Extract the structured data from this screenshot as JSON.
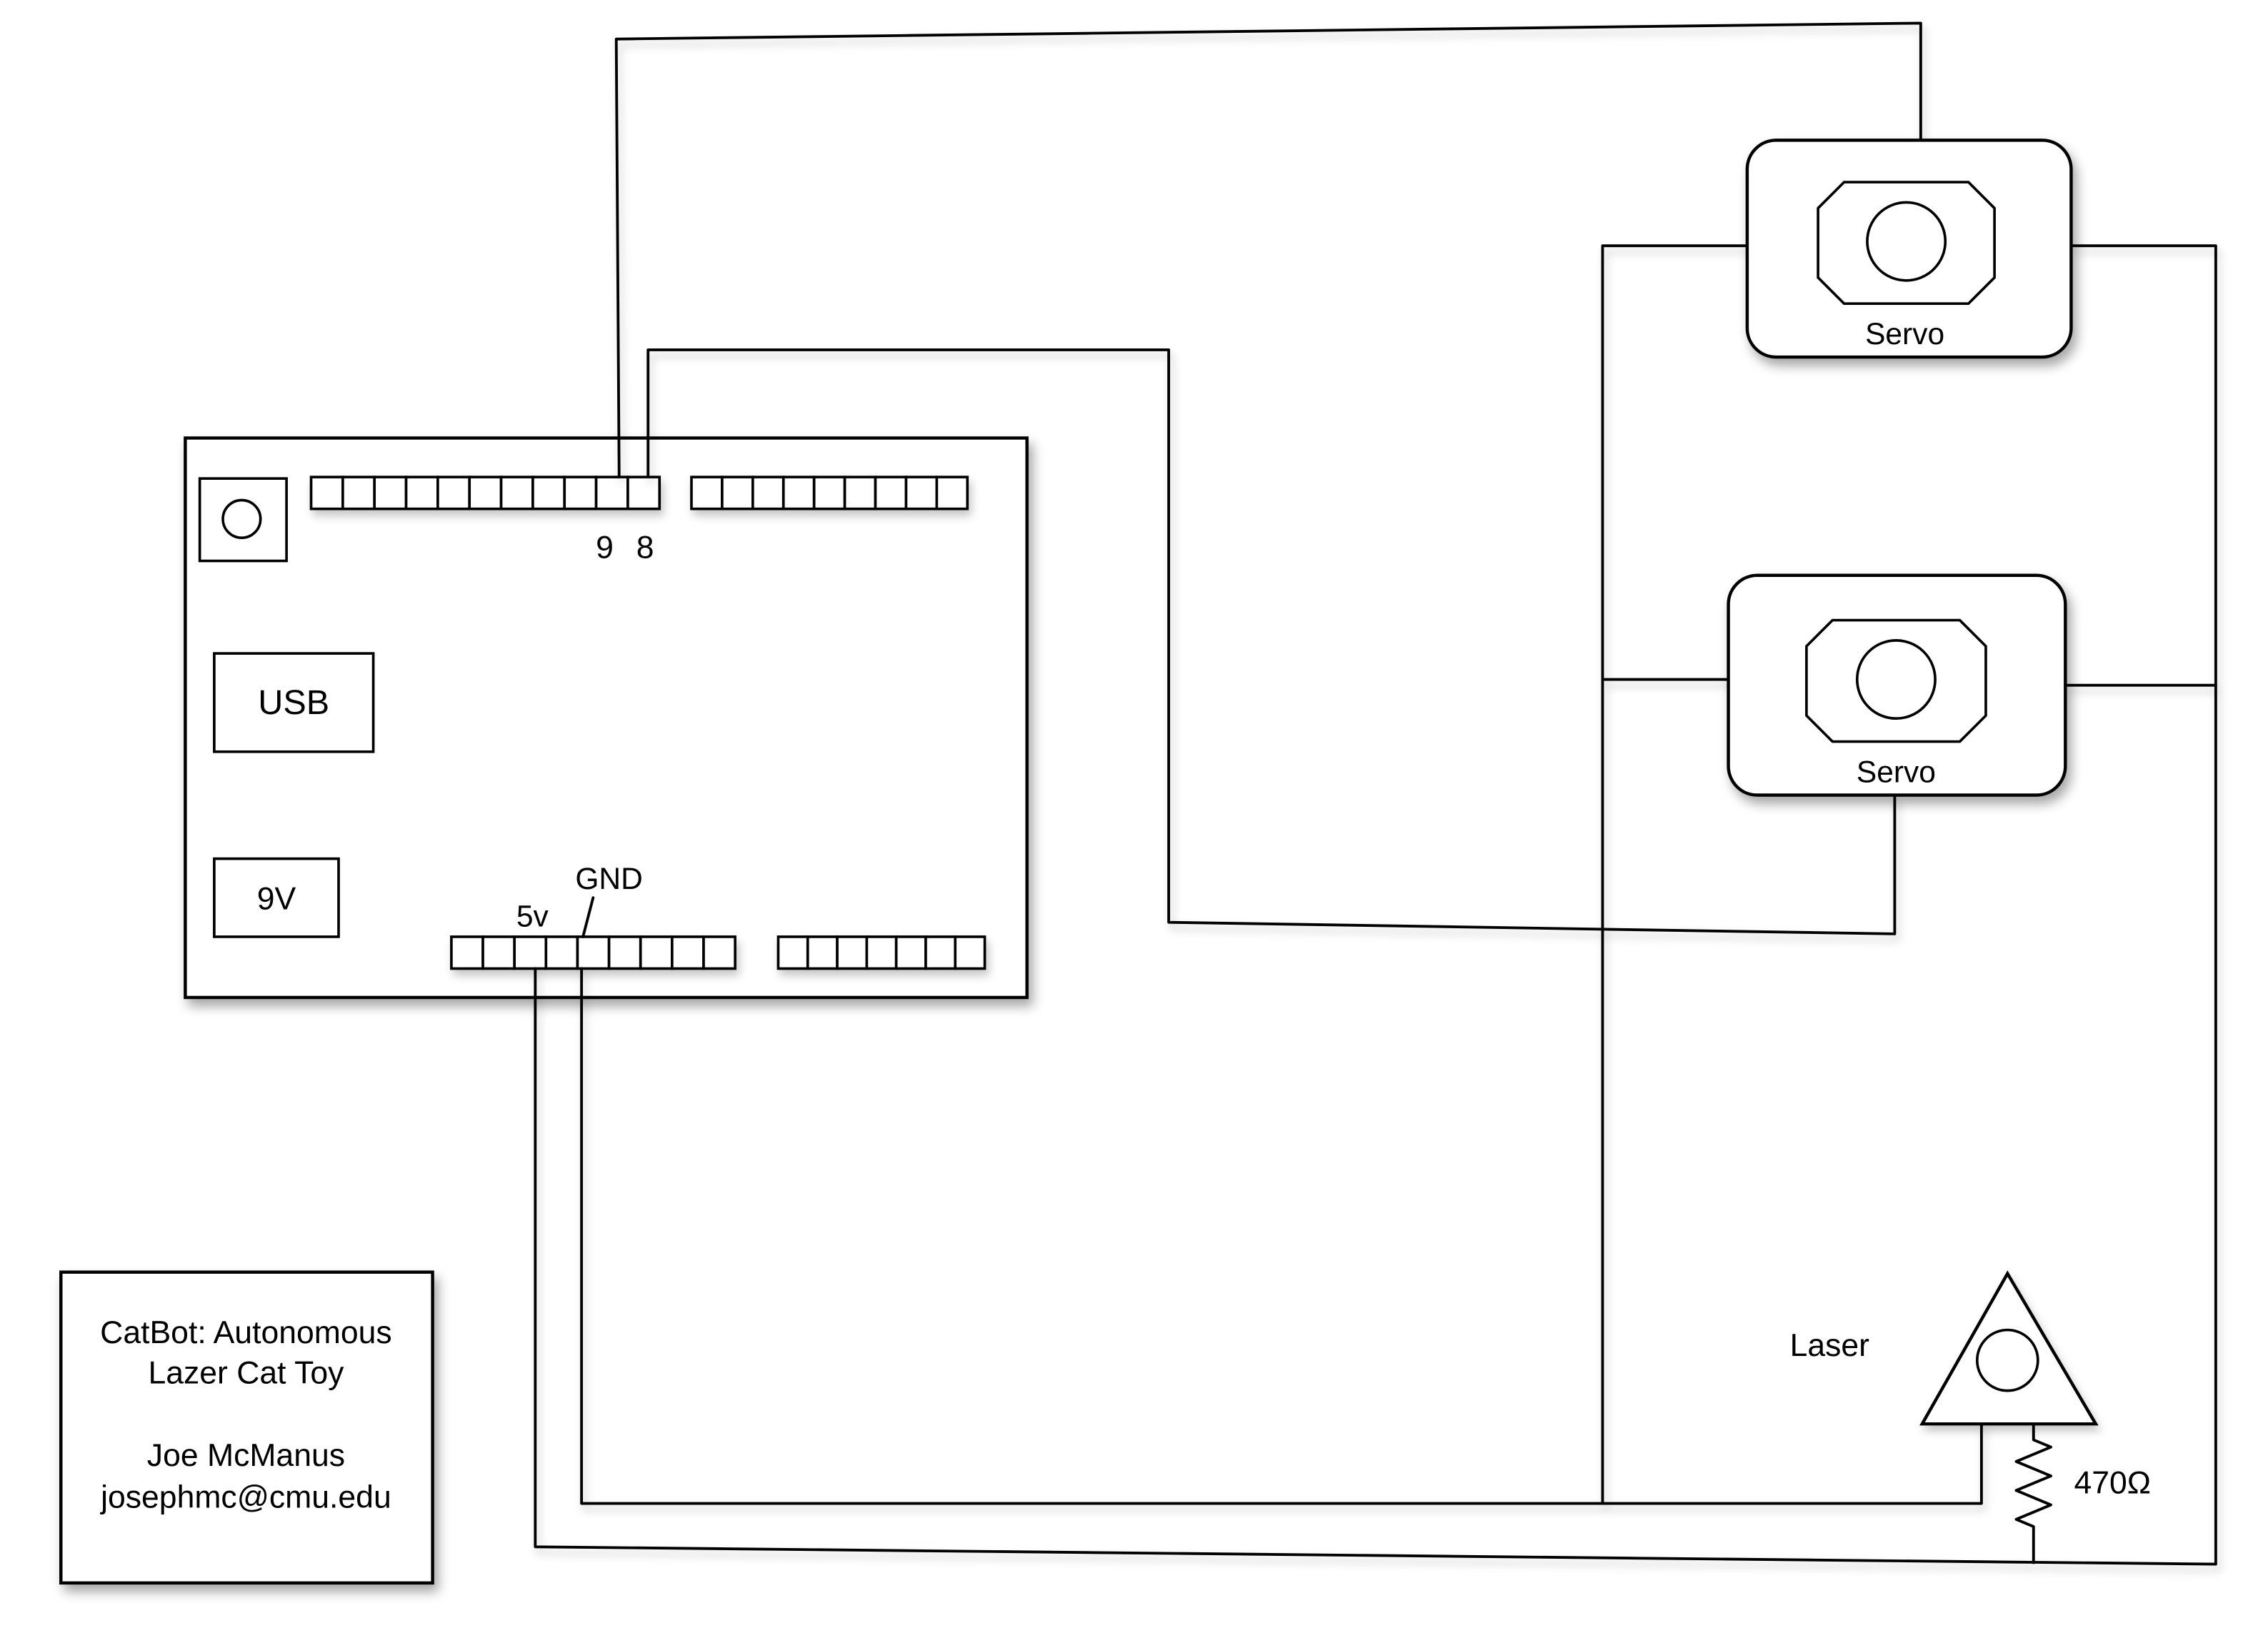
{
  "diagram": {
    "board": {
      "pin_9": "9",
      "pin_8": "8",
      "pin_5v": "5v",
      "pin_gnd": "GND",
      "usb": "USB",
      "power": "9V"
    },
    "servo_top": {
      "label": "Servo"
    },
    "servo_bottom": {
      "label": "Servo"
    },
    "laser": {
      "label": "Laser"
    },
    "resistor": {
      "label": "470Ω"
    },
    "title_box": {
      "line1": "CatBot: Autonomous",
      "line2": "Lazer Cat Toy",
      "line3": "Joe McManus",
      "line4": "josephmc@cmu.edu"
    }
  },
  "colors": {
    "background": "#ffffff",
    "line": "#000000"
  }
}
